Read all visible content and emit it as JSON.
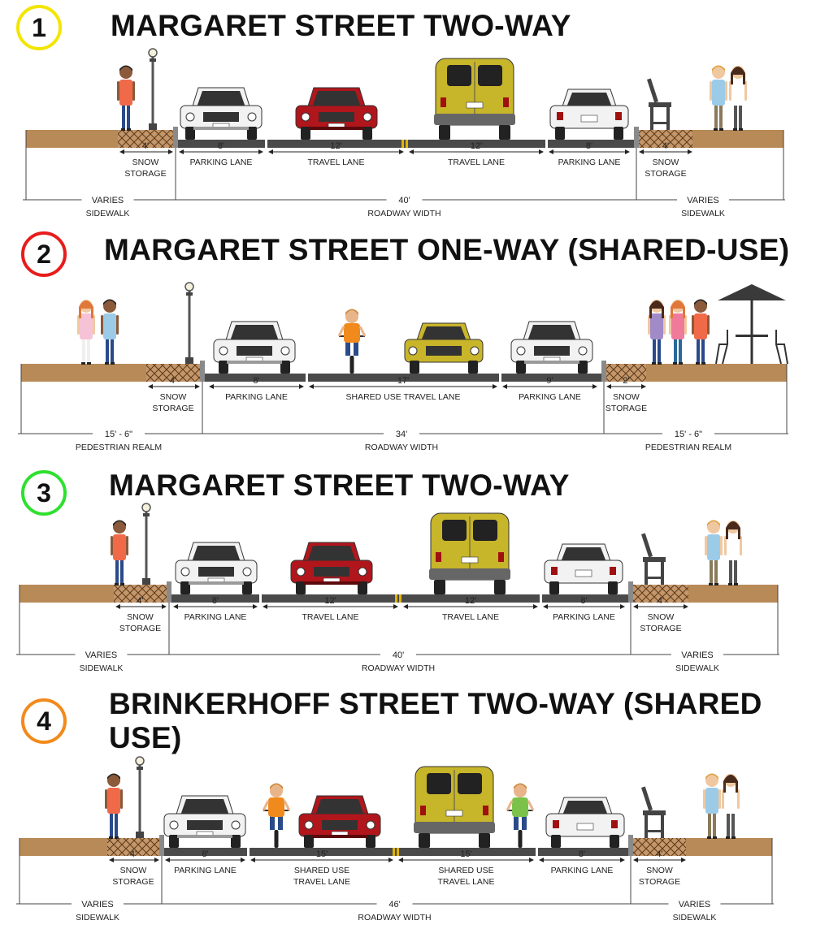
{
  "sections": [
    {
      "number": "1",
      "badge_color": "#f2e600",
      "title": "MARGARET STREET TWO-WAY",
      "left_realm_width": "VARIES",
      "left_realm_label": "SIDEWALK",
      "roadway_width": "40'",
      "roadway_label": "ROADWAY WIDTH",
      "right_realm_width": "VARIES",
      "right_realm_label": "SIDEWALK",
      "left_storage_width": "4'",
      "left_storage_label": [
        "SNOW",
        "STORAGE"
      ],
      "right_storage_width": "4'",
      "right_storage_label": [
        "SNOW",
        "STORAGE"
      ],
      "lanes": [
        {
          "width": "8'",
          "label": [
            "PARKING LANE"
          ]
        },
        {
          "width": "12'",
          "label": [
            "TRAVEL LANE"
          ]
        },
        {
          "width": "12'",
          "label": [
            "TRAVEL LANE"
          ]
        },
        {
          "width": "8'",
          "label": [
            "PARKING LANE"
          ]
        }
      ]
    },
    {
      "number": "2",
      "badge_color": "#e81c1c",
      "title": "MARGARET STREET ONE-WAY (SHARED-USE)",
      "left_realm_width": "15' - 6\"",
      "left_realm_label": "PEDESTRIAN REALM",
      "roadway_width": "34'",
      "roadway_label": "ROADWAY WIDTH",
      "right_realm_width": "15' - 6\"",
      "right_realm_label": "PEDESTRIAN REALM",
      "left_storage_width": "4'",
      "left_storage_label": [
        "SNOW",
        "STORAGE"
      ],
      "right_storage_width": "2'",
      "right_storage_label": [
        "SNOW",
        "STORAGE"
      ],
      "lanes": [
        {
          "width": "8'",
          "label": [
            "PARKING LANE"
          ]
        },
        {
          "width": "17'",
          "label": [
            "SHARED USE TRAVEL LANE"
          ]
        },
        {
          "width": "9'",
          "label": [
            "PARKING LANE"
          ]
        }
      ]
    },
    {
      "number": "3",
      "badge_color": "#2fe02f",
      "title": "MARGARET STREET TWO-WAY",
      "left_realm_width": "VARIES",
      "left_realm_label": "SIDEWALK",
      "roadway_width": "40'",
      "roadway_label": "ROADWAY WIDTH",
      "right_realm_width": "VARIES",
      "right_realm_label": "SIDEWALK",
      "left_storage_width": "4'",
      "left_storage_label": [
        "SNOW",
        "STORAGE"
      ],
      "right_storage_width": "4'",
      "right_storage_label": [
        "SNOW",
        "STORAGE"
      ],
      "lanes": [
        {
          "width": "8'",
          "label": [
            "PARKING LANE"
          ]
        },
        {
          "width": "12'",
          "label": [
            "TRAVEL LANE"
          ]
        },
        {
          "width": "12'",
          "label": [
            "TRAVEL LANE"
          ]
        },
        {
          "width": "8'",
          "label": [
            "PARKING LANE"
          ]
        }
      ]
    },
    {
      "number": "4",
      "badge_color": "#f28a1c",
      "title": "BRINKERHOFF STREET TWO-WAY (SHARED USE)",
      "title_lines": [
        "BRINKERHOFF STREET TWO-WAY (SHARED",
        "USE)"
      ],
      "left_realm_width": "VARIES",
      "left_realm_label": "SIDEWALK",
      "roadway_width": "46'",
      "roadway_label": "ROADWAY WIDTH",
      "right_realm_width": "VARIES",
      "right_realm_label": "SIDEWALK",
      "left_storage_width": "4'",
      "left_storage_label": [
        "SNOW",
        "STORAGE"
      ],
      "right_storage_width": "4'",
      "right_storage_label": [
        "SNOW",
        "STORAGE"
      ],
      "lanes": [
        {
          "width": "8'",
          "label": [
            "PARKING LANE"
          ]
        },
        {
          "width": "15'",
          "label": [
            "SHARED USE",
            "TRAVEL LANE"
          ]
        },
        {
          "width": "15'",
          "label": [
            "SHARED USE",
            "TRAVEL LANE"
          ]
        },
        {
          "width": "8'",
          "label": [
            "PARKING LANE"
          ]
        }
      ]
    }
  ],
  "colors": {
    "sidewalk": "#b88a57",
    "snow_storage": "#c4966a",
    "asphalt": "#4a4a4a",
    "centerline": "#e0b400",
    "car_white": "#f2f2f2",
    "car_red": "#b1161c",
    "van_yellow": "#c7b52a",
    "taxi_yellow": "#c9b52a"
  },
  "icons": [
    "person-icon",
    "street-lamp-icon",
    "car-icon",
    "van-icon",
    "bicycle-icon",
    "bench-icon",
    "umbrella-table-icon"
  ]
}
